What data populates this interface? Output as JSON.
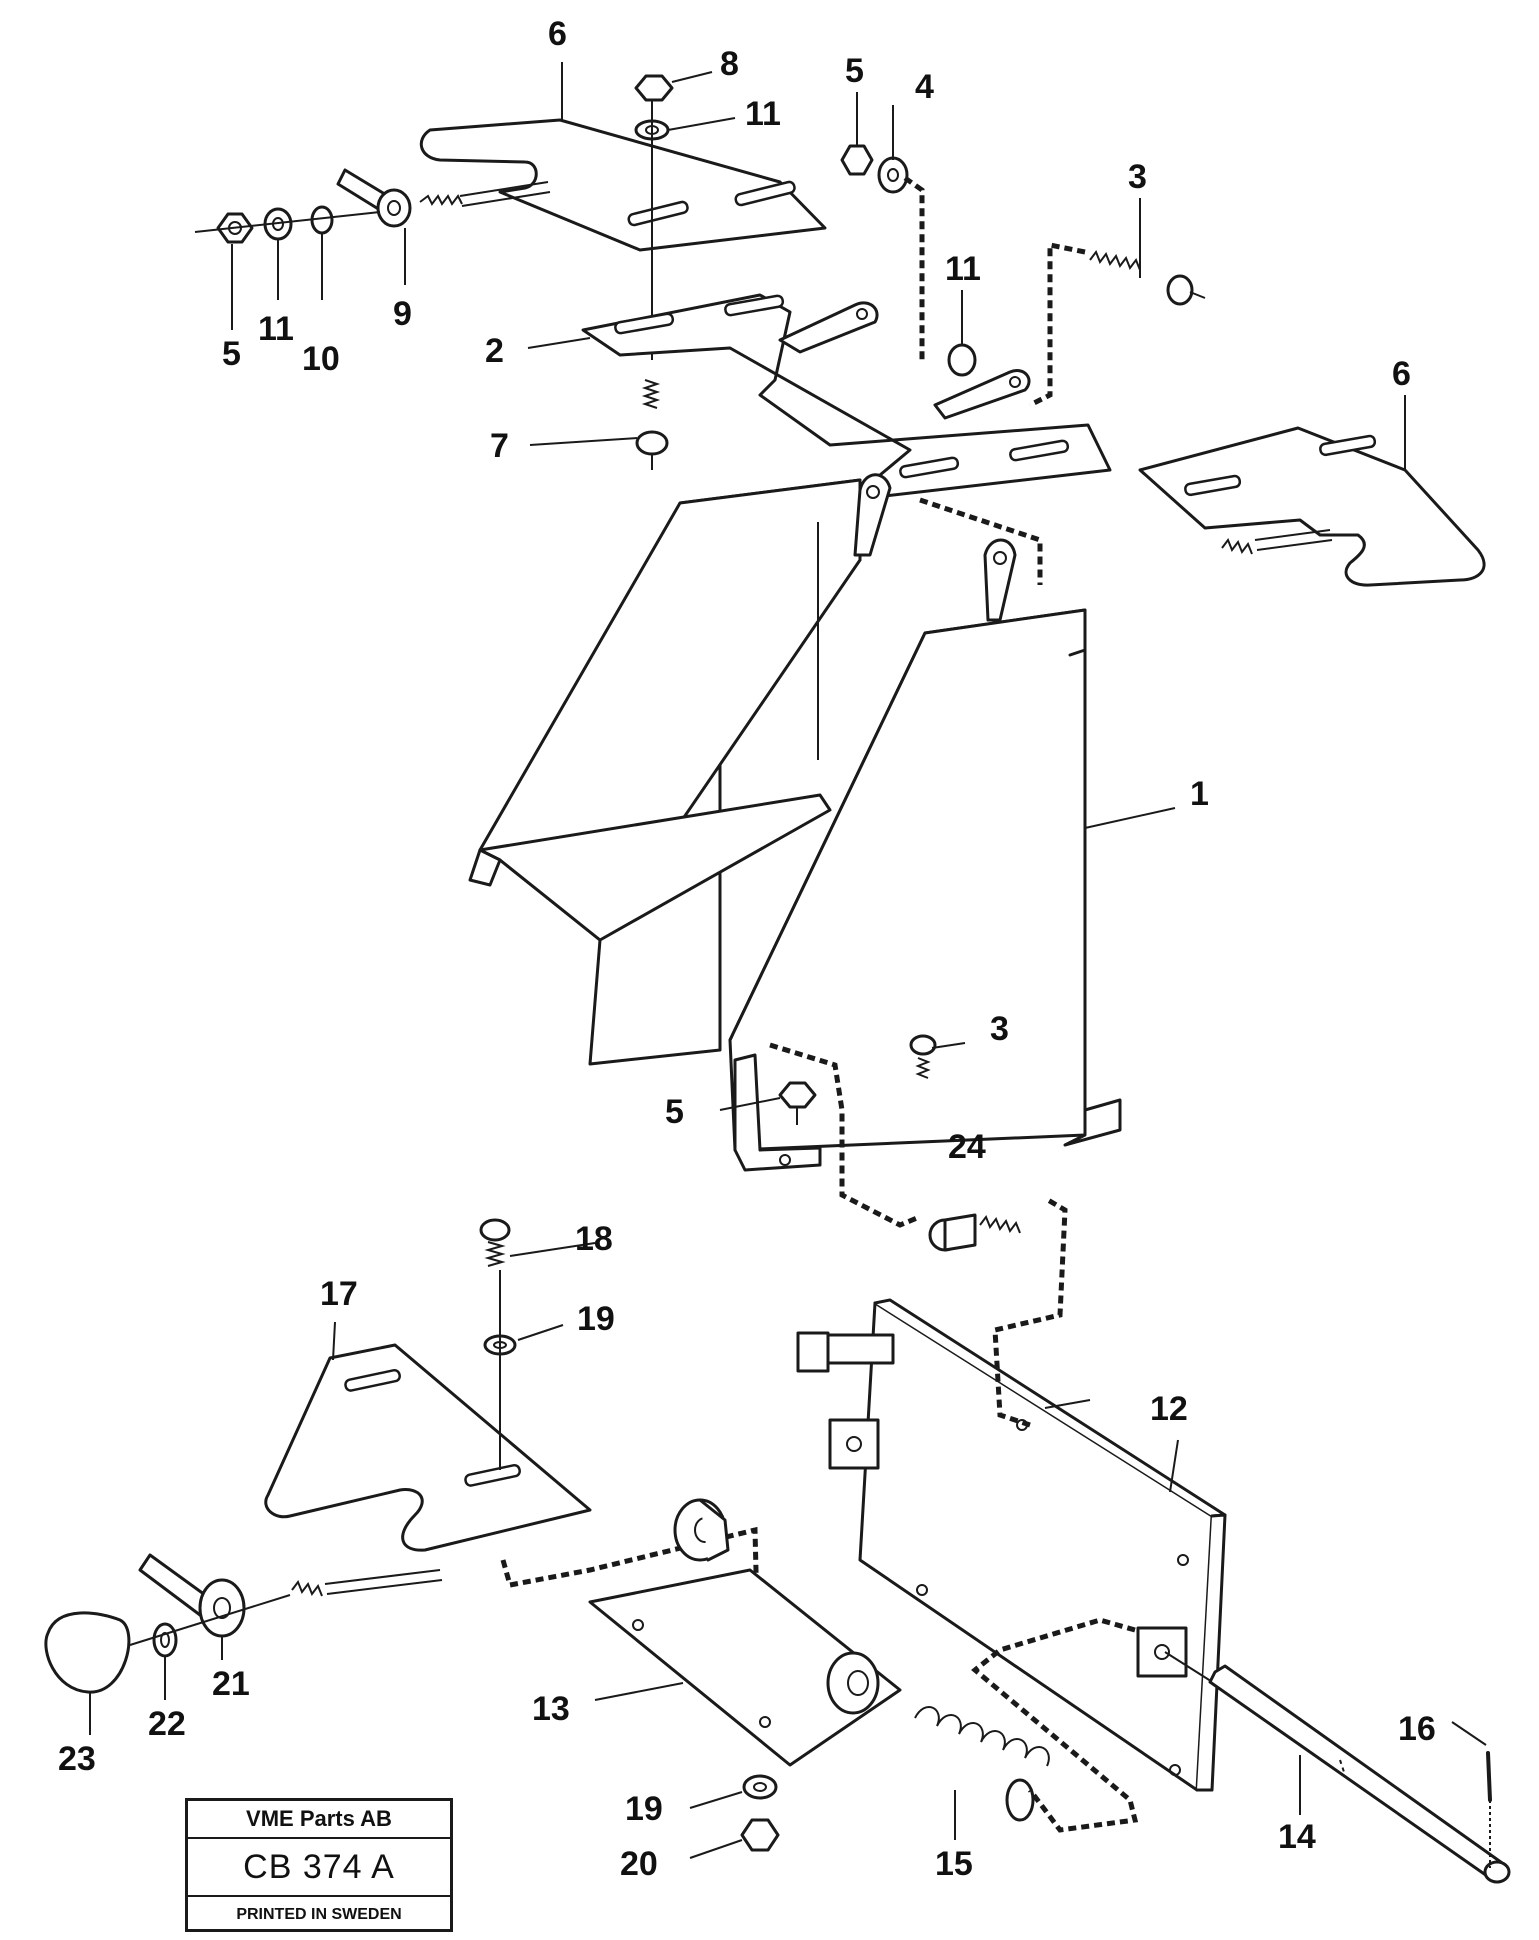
{
  "callouts": {
    "c1": "1",
    "c2": "2",
    "c3a": "3",
    "c3b": "3",
    "c4": "4",
    "c5a": "5",
    "c5b": "5",
    "c5c": "5",
    "c6a": "6",
    "c6b": "6",
    "c7": "7",
    "c8": "8",
    "c9": "9",
    "c10": "10",
    "c11a": "11",
    "c11b": "11",
    "c11c": "11",
    "c12": "12",
    "c13": "13",
    "c14": "14",
    "c15": "15",
    "c16": "16",
    "c17": "17",
    "c18": "18",
    "c19a": "19",
    "c19b": "19",
    "c20": "20",
    "c21": "21",
    "c22": "22",
    "c23": "23",
    "c24": "24"
  },
  "stamp": {
    "company": "VME Parts AB",
    "code": "CB 374 A",
    "printed": "PRINTED IN SWEDEN"
  }
}
